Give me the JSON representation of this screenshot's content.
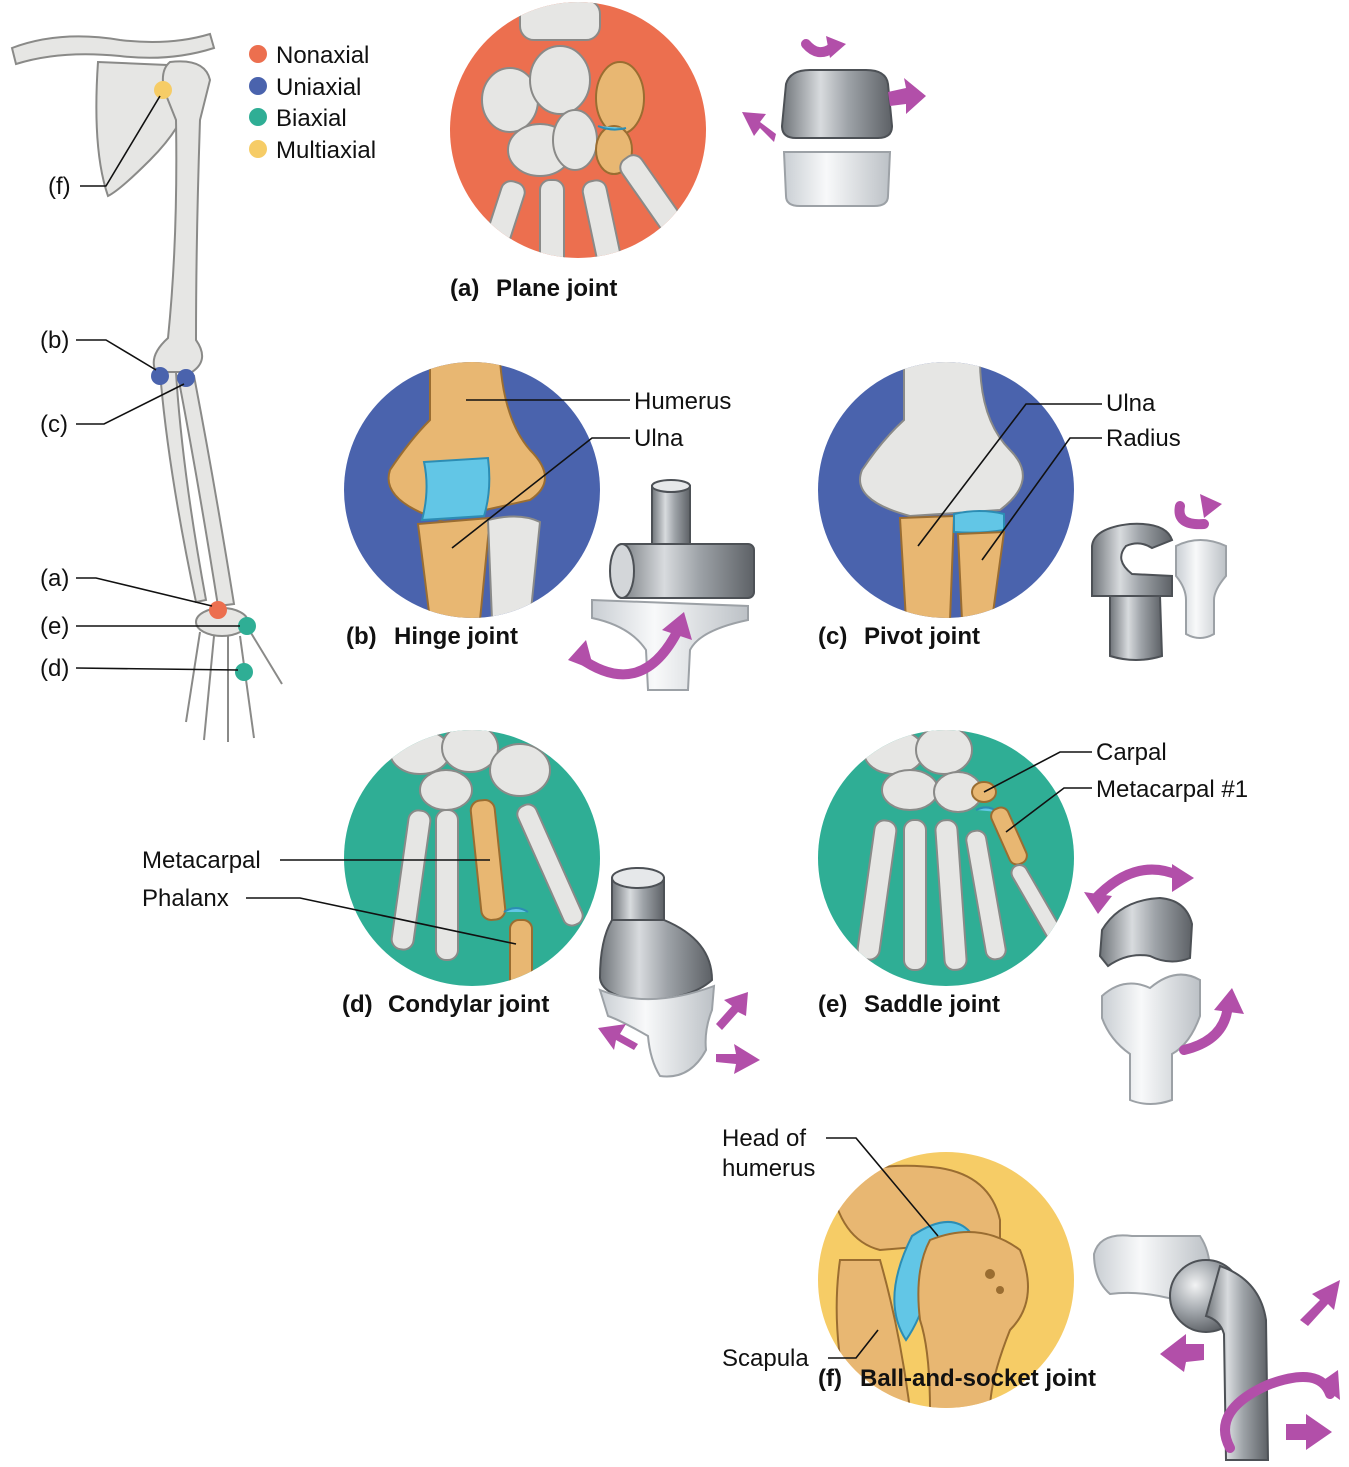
{
  "colors": {
    "nonaxial": "#ec6f4f",
    "uniaxial": "#4a63ad",
    "biaxial": "#2fae95",
    "multiaxial": "#f6cc66",
    "arrow": "#b24fa9"
  },
  "legend": [
    {
      "label": "Nonaxial",
      "color": "#ec6f4f"
    },
    {
      "label": "Uniaxial",
      "color": "#4a63ad"
    },
    {
      "label": "Biaxial",
      "color": "#2fae95"
    },
    {
      "label": "Multiaxial",
      "color": "#f6cc66"
    }
  ],
  "arm_labels": {
    "f": "(f)",
    "b": "(b)",
    "c": "(c)",
    "a": "(a)",
    "e": "(e)",
    "d": "(d)"
  },
  "panels": {
    "a": {
      "letter": "(a)",
      "name": "Plane joint"
    },
    "b": {
      "letter": "(b)",
      "name": "Hinge joint",
      "labels": [
        "Humerus",
        "Ulna"
      ]
    },
    "c": {
      "letter": "(c)",
      "name": "Pivot joint",
      "labels": [
        "Ulna",
        "Radius"
      ]
    },
    "d": {
      "letter": "(d)",
      "name": "Condylar joint",
      "labels": [
        "Metacarpal",
        "Phalanx"
      ]
    },
    "e": {
      "letter": "(e)",
      "name": "Saddle joint",
      "labels": [
        "Carpal",
        "Metacarpal #1"
      ]
    },
    "f": {
      "letter": "(f)",
      "name": "Ball-and-socket joint",
      "labels": [
        "Head of",
        "humerus",
        "Scapula"
      ]
    }
  }
}
